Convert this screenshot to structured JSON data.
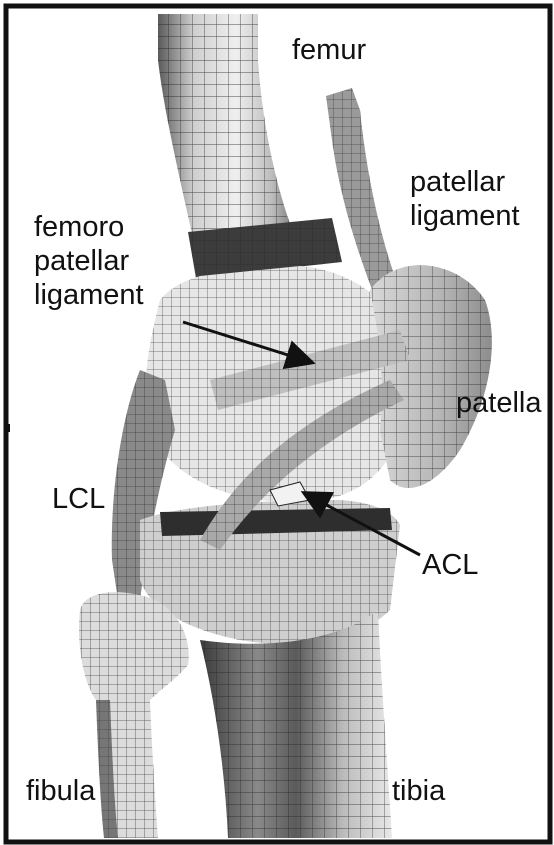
{
  "labels": {
    "femur": "femur",
    "patellar_ligament": [
      "patellar",
      "ligament"
    ],
    "femoro_patellar_ligament": [
      "femoro",
      "patellar",
      "ligament"
    ],
    "patella": "patella",
    "lcl": "LCL",
    "acl": "ACL",
    "fibula": "fibula",
    "tibia": "tibia"
  },
  "colors": {
    "border": "#111111",
    "mesh_light": "#e4e4e4",
    "mesh_mid": "#a8a8a8",
    "mesh_dark": "#4a4a4a",
    "mesh_line": "#222222"
  }
}
